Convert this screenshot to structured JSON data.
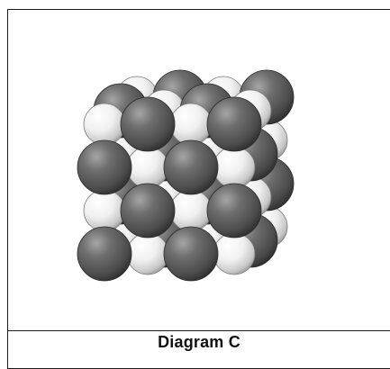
{
  "caption": "Diagram C",
  "colors": {
    "frame_border": "#1a1a1a",
    "dark_sphere": "#555555",
    "light_sphere": "#f2f2f2"
  },
  "legend_description_visible": false,
  "structure": {
    "grid_size": [
      3,
      4,
      4
    ],
    "sphere_types": [
      "dark",
      "light"
    ]
  }
}
